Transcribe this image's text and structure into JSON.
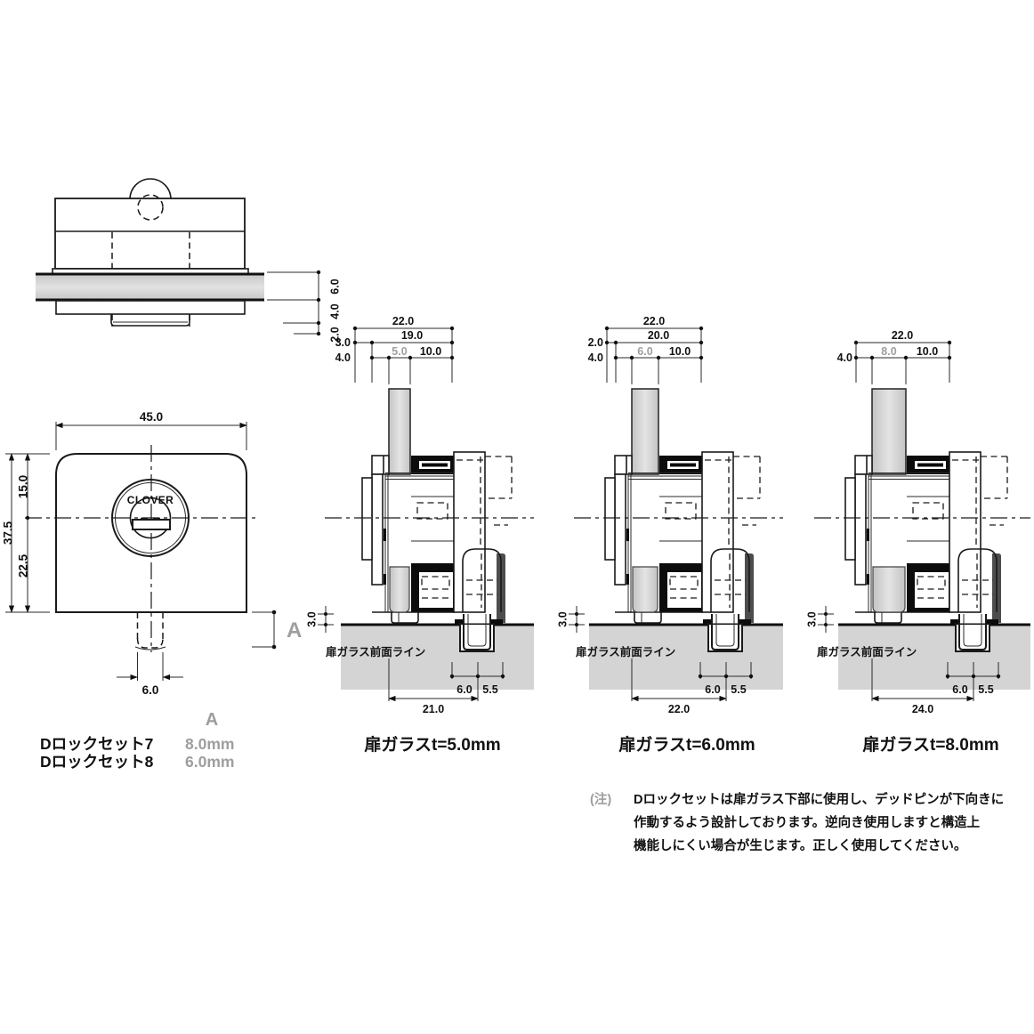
{
  "colors": {
    "line": "#1a1a1a",
    "glass_fill": "#cccccc",
    "panel_fill": "#d4d4d4",
    "gray_text": "#9e9e9e",
    "dark_gasket": "#4d4d4d"
  },
  "top_view": {
    "dim_glass": "6.0",
    "dim_plate": "4.0",
    "dim_step": "2.0"
  },
  "front_view": {
    "brand": "CLOVER",
    "dim_width": "45.0",
    "dim_upper": "15.0",
    "dim_total": "37.5",
    "dim_lower": "22.5",
    "dim_pin": "6.0",
    "pin_length_label": "A"
  },
  "spec_table": {
    "header": "A",
    "rows": [
      {
        "model": "Dロックセット7",
        "value": "8.0mm"
      },
      {
        "model": "Dロックセット8",
        "value": "6.0mm"
      }
    ]
  },
  "sections": [
    {
      "caption": "扉ガラスt=5.0mm",
      "front_line_label": "扉ガラス前面ライン",
      "dim_total": "22.0",
      "dim_row2_left": "3.0",
      "dim_row2": "19.0",
      "dim_row3_left": "4.0",
      "dim_glass": "5.0",
      "dim_back": "10.0",
      "dim_clearance": "3.0",
      "dim_pin": "6.0",
      "dim_offset": "5.5",
      "dim_engage": "21.0"
    },
    {
      "caption": "扉ガラスt=6.0mm",
      "front_line_label": "扉ガラス前面ライン",
      "dim_total": "22.0",
      "dim_row2_left": "2.0",
      "dim_row2": "20.0",
      "dim_row3_left": "4.0",
      "dim_glass": "6.0",
      "dim_back": "10.0",
      "dim_clearance": "3.0",
      "dim_pin": "6.0",
      "dim_offset": "5.5",
      "dim_engage": "22.0"
    },
    {
      "caption": "扉ガラスt=8.0mm",
      "front_line_label": "扉ガラス前面ライン",
      "dim_total": "22.0",
      "dim_row3_left": "4.0",
      "dim_glass": "8.0",
      "dim_back": "10.0",
      "dim_clearance": "3.0",
      "dim_pin": "6.0",
      "dim_offset": "5.5",
      "dim_engage": "24.0"
    }
  ],
  "note": {
    "prefix": "(注)",
    "line1": "Dロックセットは扉ガラス下部に使用し、デッドピンが下向きに",
    "line2": "作動するよう設計しております。逆向き使用しますと構造上",
    "line3": "機能しにくい場合が生じます。正しく使用してください。"
  }
}
